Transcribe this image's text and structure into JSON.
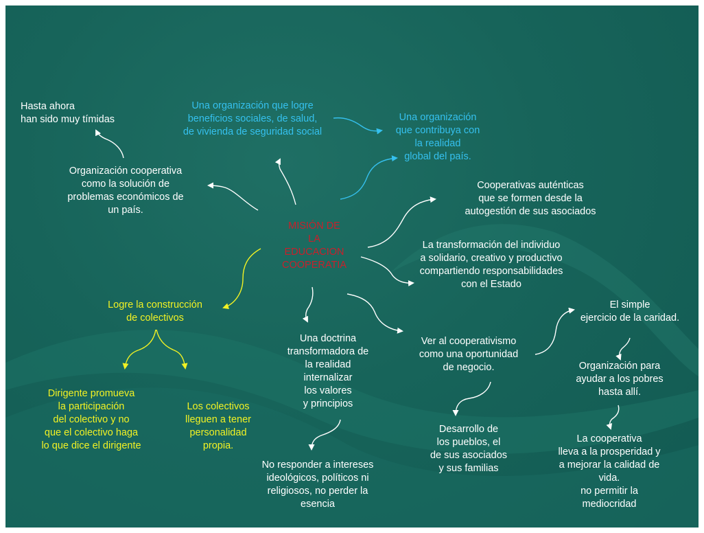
{
  "center": [
    "MISIÓN DE",
    "LA",
    "EDUCACION",
    "COOPERATIA"
  ],
  "nodes": {
    "tmidas": [
      "Hasta ahora",
      "han sido muy tímidas"
    ],
    "beneficios": [
      "Una organización que logre",
      "beneficios sociales, de salud,",
      "de vivienda de seguridad social"
    ],
    "realidad_global": [
      "Una organización",
      "que contribuya con",
      "la realidad",
      "global del país."
    ],
    "org_cooperativa": [
      "Organización cooperativa",
      "como la solución de",
      "problemas económicos de",
      "un país."
    ],
    "autenticas": [
      "Cooperativas auténticas",
      "que se formen desde la",
      "autogestión de sus asociados"
    ],
    "transformacion": [
      "La transformación del individuo",
      "a solidario, creativo y productivo",
      "compartiendo responsabilidades",
      "con el Estado"
    ],
    "colectivos": [
      "Logre la construcción",
      "de colectivos"
    ],
    "caridad": [
      "El simple",
      "ejercicio de la caridad."
    ],
    "doctrina": [
      "Una doctrina",
      "transformadora de",
      "la realidad",
      "internalizar",
      "los valores",
      "y principios"
    ],
    "negocio": [
      "Ver al cooperativismo",
      "como una oportunidad",
      "de negocio."
    ],
    "pobres": [
      "Organización para",
      "ayudar a los pobres",
      "hasta allí."
    ],
    "dirigente": [
      "Dirigente promueva",
      "la participación",
      "del colectivo y no",
      "que el colectivo haga",
      "lo que dice el dirigente"
    ],
    "personalidad": [
      "Los colectivos",
      "lleguen a tener",
      "personalidad",
      "propia."
    ],
    "desarrollo": [
      "Desarrollo de",
      "los pueblos, el",
      "de sus asociados",
      "y sus familias"
    ],
    "prosperidad": [
      "La cooperativa",
      "lleva a la prosperidad y",
      "a mejorar la calidad de",
      "vida.",
      "no permitir la",
      "mediocridad"
    ],
    "intereses": [
      "No responder a intereses",
      "ideológicos, políticos ni",
      "religiosos, no perder la",
      "esencia"
    ]
  },
  "colors": {
    "background": "#17645a",
    "white_text": "#ffffff",
    "blue_text": "#35c0ee",
    "yellow_text": "#f2f224",
    "center_text": "#c8202b"
  }
}
